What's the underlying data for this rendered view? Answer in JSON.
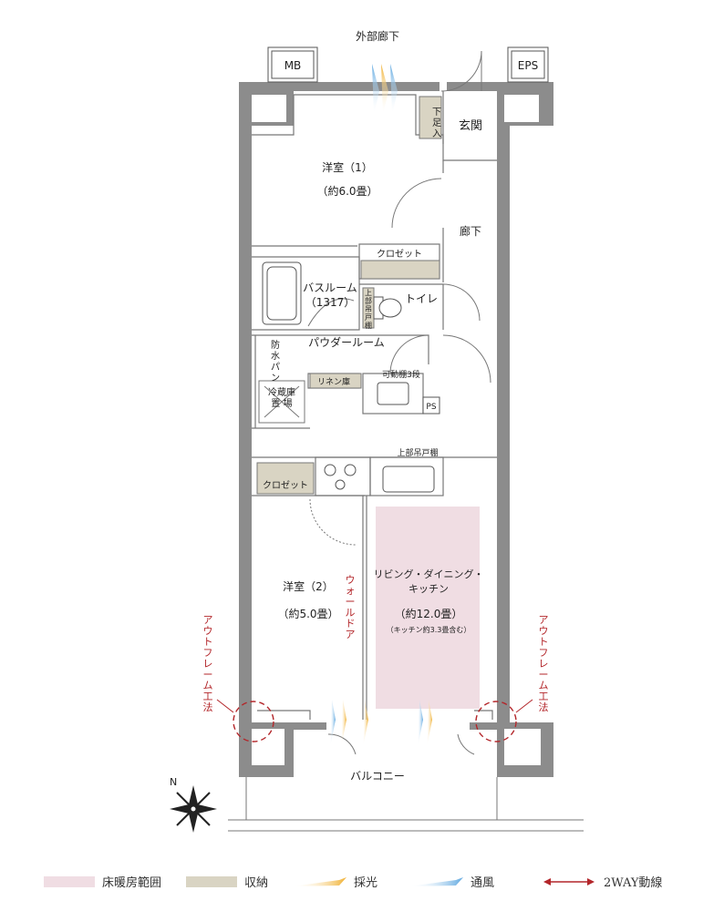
{
  "labels": {
    "corridor_outside": "外部廊下",
    "mb": "MB",
    "eps": "EPS",
    "shoe_storage": "下足入",
    "entrance": "玄関",
    "western_room_1": "洋室（1）",
    "western_room_1_size": "（約6.0畳）",
    "hallway": "廊下",
    "closet_1": "クロゼット",
    "bathroom": "バスルーム",
    "bathroom_size": "（1317）",
    "upper_cabinet": "上部吊戸棚",
    "toilet": "トイレ",
    "powder_room": "パウダールーム",
    "waterproof_pan": "防水パン",
    "linen": "リネン庫",
    "movable_shelf": "可動棚3段",
    "ps": "PS",
    "fridge": "冷蔵庫置場",
    "upper_hanging": "上部吊戸棚",
    "closet_2": "クロゼット",
    "western_room_2": "洋室（2）",
    "western_room_2_size": "（約5.0畳）",
    "wall_door": "ウォールドア",
    "ldk": "リビング・ダイニング・キッチン",
    "ldk_size": "（約12.0畳）",
    "ldk_kitchen_note": "（キッチン約3.3畳含む）",
    "outframe_left": "アウトフレーム工法",
    "outframe_right": "アウトフレーム工法",
    "balcony": "バルコニー",
    "north": "N"
  },
  "legend": [
    {
      "label": "床暖房範囲",
      "color": "#f0dde3",
      "kind": "swatch"
    },
    {
      "label": "収納",
      "color": "#d9d4c3",
      "kind": "swatch"
    },
    {
      "label": "採光",
      "color": "#f0b030",
      "kind": "light"
    },
    {
      "label": "通風",
      "color": "#5fa8e0",
      "kind": "wind"
    },
    {
      "label": "2WAY動線",
      "color": "#b3262a",
      "kind": "arrow"
    }
  ],
  "colors": {
    "floor_heating": "#f0dde3",
    "storage": "#d9d4c3",
    "wall": "#8c8c8c",
    "wall_dark": "#777777",
    "accent_red": "#b3262a"
  }
}
